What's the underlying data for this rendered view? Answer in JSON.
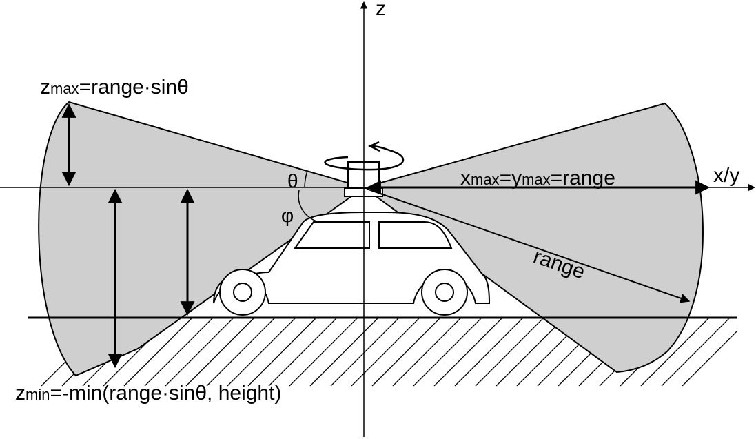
{
  "axes": {
    "z_label": "z",
    "xy_label": "x/y"
  },
  "angles": {
    "theta": "θ",
    "phi": "φ"
  },
  "labels": {
    "zmax_main": "z",
    "zmax_sub": "max",
    "zmax_rest": "=range·sinθ",
    "zmin_main": "z",
    "zmin_sub": "min",
    "zmin_rest": "=-min(range·sinθ, height)",
    "xmax_main": "x",
    "xmax_sub": "max",
    "xmax_eq": "=y",
    "ymax_sub": "max",
    "xmax_rest": "=range",
    "range": "range"
  },
  "colors": {
    "fov_fill": "#cfcfcf",
    "stroke": "#000000",
    "background": "#ffffff"
  }
}
